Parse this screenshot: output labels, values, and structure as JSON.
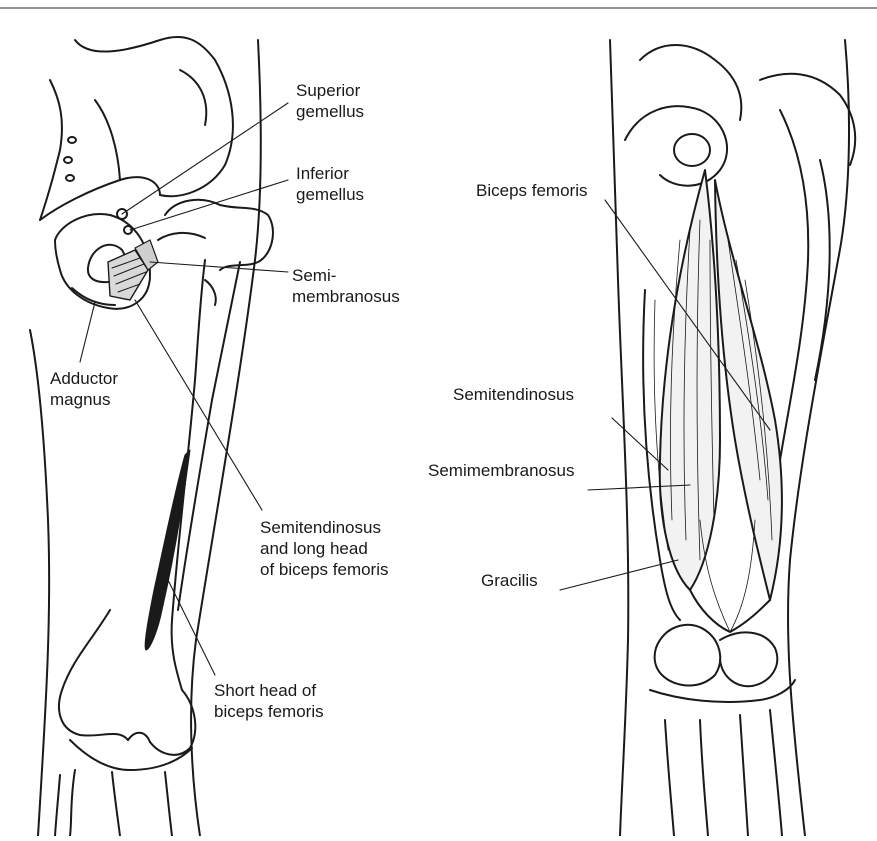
{
  "figure": {
    "left_panel": {
      "labels": {
        "superior_gemellus": [
          "Superior",
          "gemellus"
        ],
        "inferior_gemellus": [
          "Inferior",
          "gemellus"
        ],
        "semimembranosus": [
          "Semi-",
          "membranosus"
        ],
        "adductor_magnus": [
          "Adductor",
          "magnus"
        ],
        "semitendinosus_long_head": [
          "Semitendinosus",
          "and long head",
          "of biceps femoris"
        ],
        "short_head": [
          "Short head of",
          "biceps femoris"
        ]
      }
    },
    "right_panel": {
      "labels": {
        "biceps_femoris": "Biceps femoris",
        "semitendinosus": "Semitendinosus",
        "semimembranosus": "Semimembranosus",
        "gracilis": "Gracilis"
      }
    }
  }
}
